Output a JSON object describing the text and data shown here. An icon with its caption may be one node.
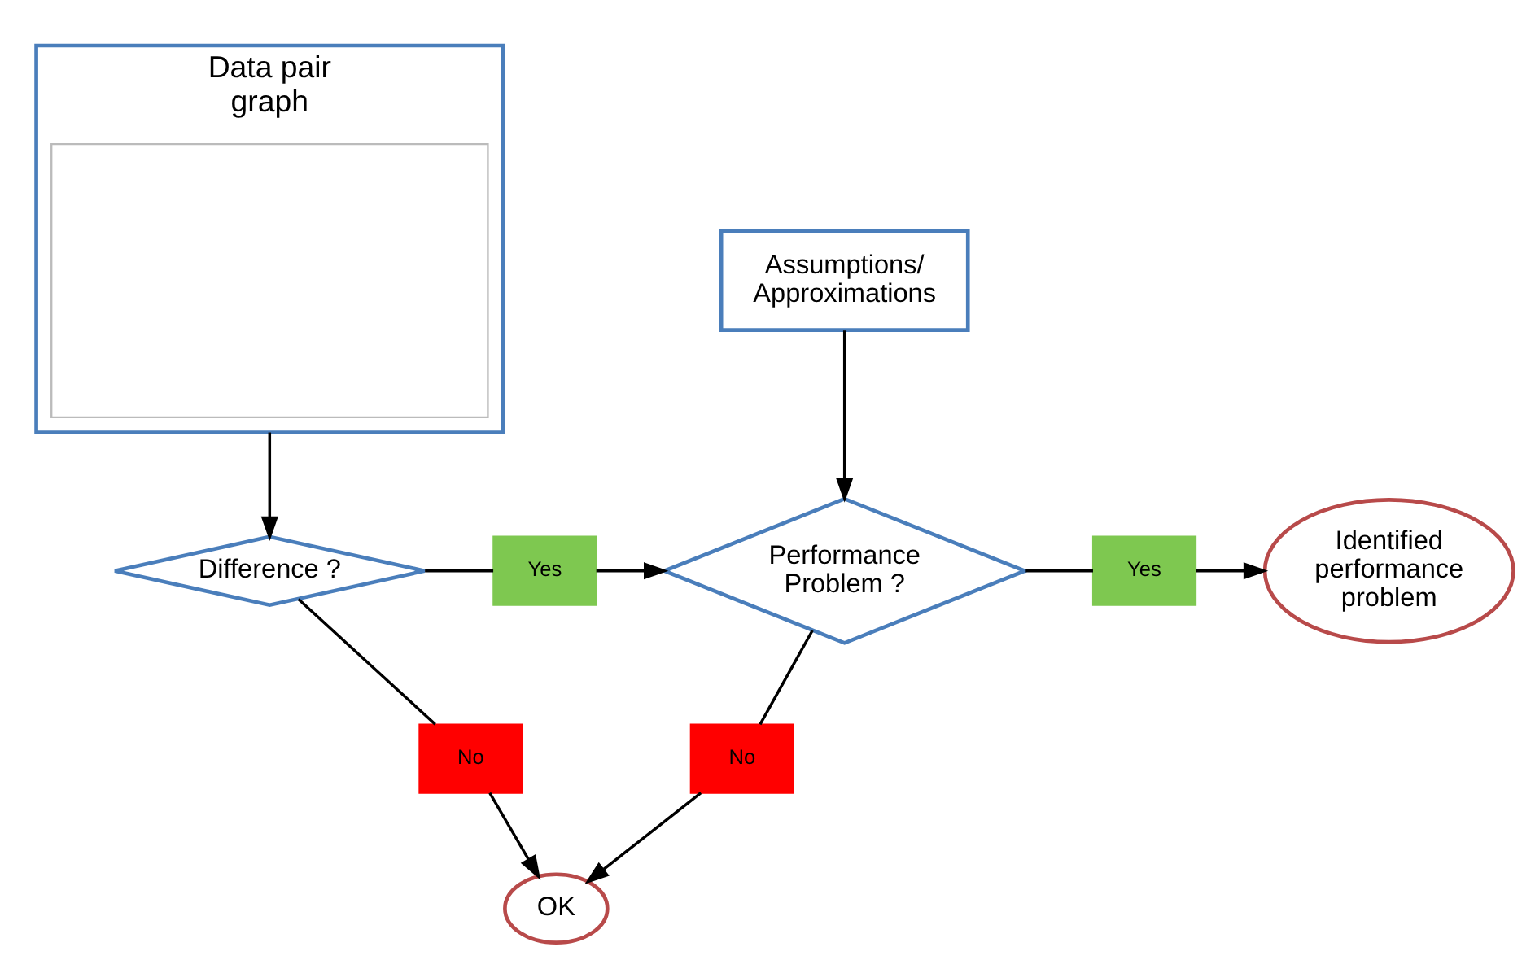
{
  "diagram": {
    "nodes": [
      {
        "text": [
          "Data pair graph"
        ]
      },
      {
        "text": [],
        "shape": "box",
        "in": 0
      },
      {
        "text": [
          "Assumptions/ Approximations"
        ]
      },
      {
        "text": [
          "Difference ?"
        ]
      },
      {
        "text": [
          "Yes"
        ]
      },
      {
        "text": [
          "No"
        ]
      },
      {
        "text": [
          "Performance Problem ?"
        ]
      },
      {
        "text": [
          "Yes"
        ]
      },
      {
        "text": [
          "No"
        ]
      },
      {
        "text": [
          "Identified performance problem"
        ]
      },
      {
        "text": [
          "OK"
        ]
      }
    ],
    "edges": [
      {
        "from": 0,
        "to": 3,
        "arrow": "to"
      },
      {
        "from": 2,
        "to": 6,
        "arrow": "to"
      },
      {
        "from": 3,
        "to": 4,
        "arrow": "none"
      },
      {
        "from": 4,
        "to": 6,
        "arrow": "to"
      },
      {
        "from": 6,
        "to": 7,
        "arrow": "none"
      },
      {
        "from": 7,
        "to": 9,
        "arrow": "to"
      },
      {
        "from": 3,
        "to": 5,
        "arrow": "none"
      },
      {
        "from": 5,
        "to": 10,
        "arrow": "to"
      },
      {
        "from": 6,
        "to": 8,
        "arrow": "none"
      },
      {
        "from": 8,
        "to": 10,
        "arrow": "to"
      }
    ]
  }
}
